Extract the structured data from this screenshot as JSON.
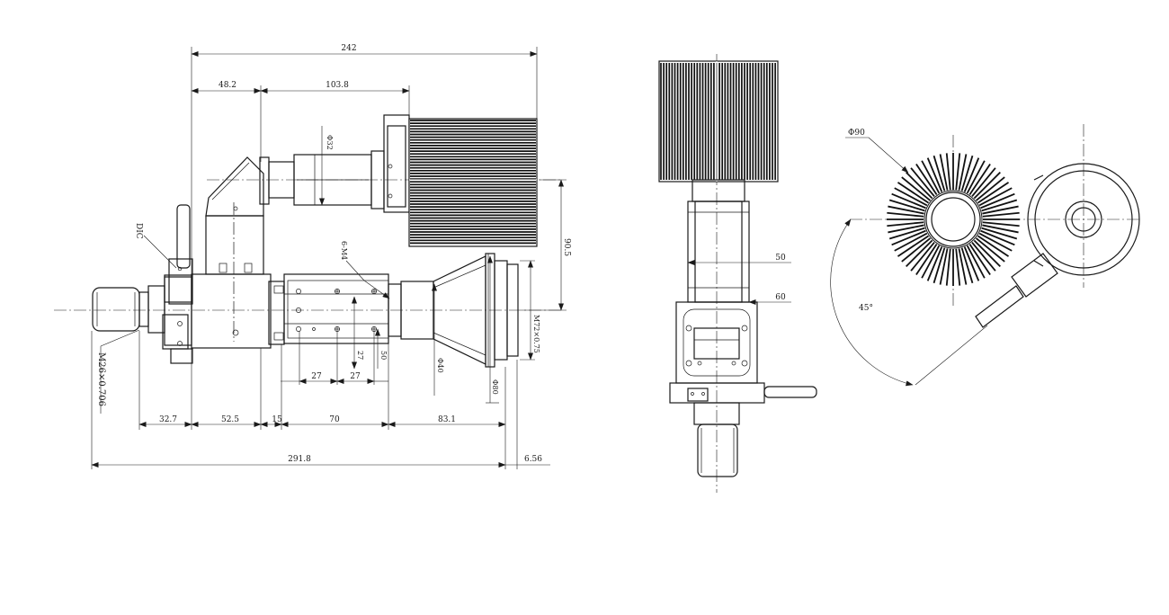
{
  "drawing": {
    "side_view": {
      "dimensions": {
        "overall_top": "242",
        "seg_48": "48.2",
        "seg_103": "103.8",
        "dia_32": "Φ32",
        "height_90": "90.5",
        "holes": "6-M4",
        "label_dic": "DIC",
        "thread_m72": "M72×0.75",
        "dia_40": "Φ40",
        "dia_80": "Φ80",
        "thread_m26": "M26×0.706",
        "pitch_a": "27",
        "pitch_b": "27",
        "vert_27": "27",
        "vert_50": "50",
        "bot_32": "32.7",
        "bot_52": "52.5",
        "bot_15": "15",
        "bot_70": "70",
        "bot_83": "83.1",
        "overall_bottom": "291.8",
        "extra_656": "6.56"
      }
    },
    "front_view": {
      "dimensions": {
        "width_50": "50",
        "width_60": "60"
      }
    },
    "end_view": {
      "dimensions": {
        "dia_90": "Φ90",
        "angle": "45°"
      }
    }
  }
}
